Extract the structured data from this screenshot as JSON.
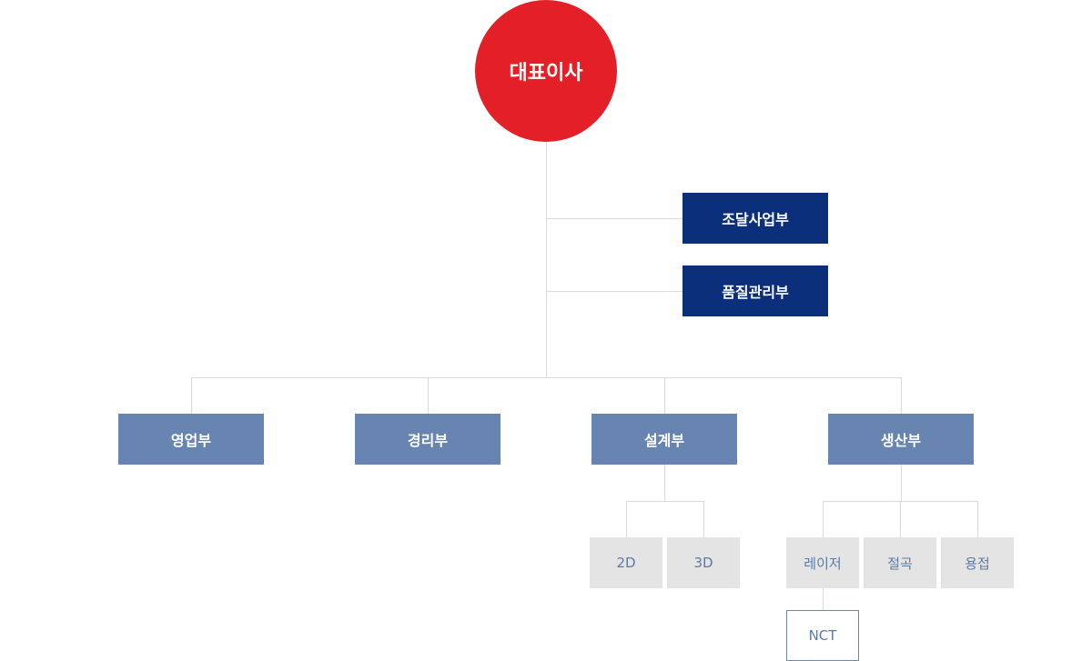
{
  "colors": {
    "ceo": "#e31f27",
    "staff": "#0b2f7b",
    "department": "#6785b0",
    "team": "#e4e4e4",
    "team_text": "#5d7aa6",
    "connector": "#d9d9d9"
  },
  "org": {
    "ceo": "대표이사",
    "staff": [
      "조달사업부",
      "품질관리부"
    ],
    "departments": [
      "영업부",
      "경리부",
      "설계부",
      "생산부"
    ],
    "design_teams": [
      "2D",
      "3D"
    ],
    "production_teams": [
      "레이저",
      "절곡",
      "용접"
    ],
    "laser_sub": "NCT"
  }
}
